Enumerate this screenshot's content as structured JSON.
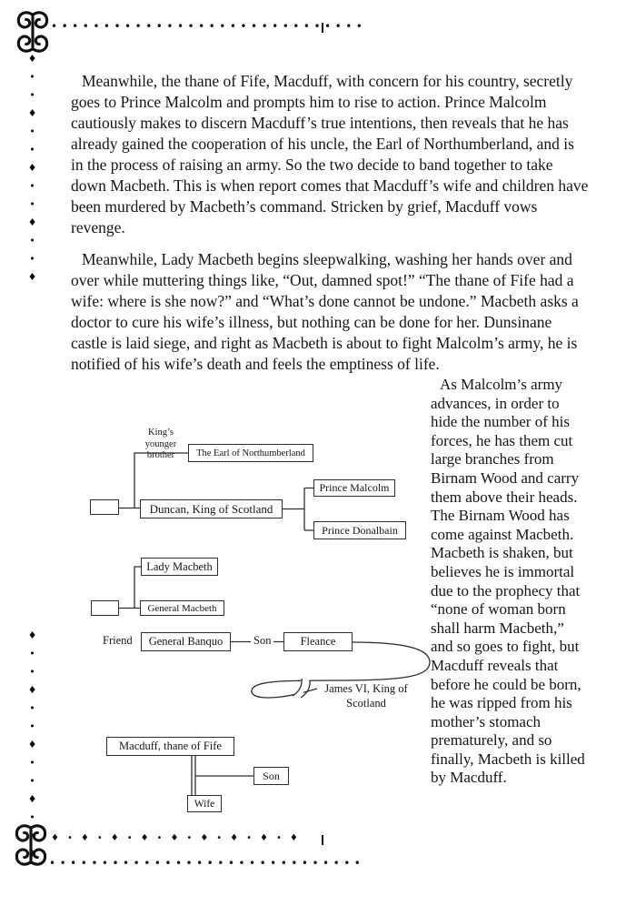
{
  "page": {
    "paragraph1": "Meanwhile, the thane of Fife, Macduff, with concern for his country, secretly goes to Prince Malcolm and prompts him to rise to action. Prince Malcolm cautiously makes to discern Macduff’s true intentions, then reveals that he has already gained the cooperation of his uncle, the Earl of Northumberland, and is in the process of raising an army. So the two decide to band together to take down Macbeth. This is when report comes that Macduff’s wife and children have been murdered by Macbeth’s command. Stricken by grief, Macduff vows revenge.",
    "paragraph2": "Meanwhile, Lady Macbeth begins sleepwalking, washing her hands over and over while muttering things like, “Out, damned spot!” “The thane of Fife had a wife: where is she now?” and “What’s done cannot be undone.” Macbeth asks a doctor to cure his wife’s illness, but nothing can be done for her. Dunsinane castle is laid siege, and right as Macbeth is about to fight Malcolm’s army, he is notified of his wife’s death and feels the emptiness of life.",
    "paragraph3": "As Malcolm’s army advances, in order to hide the number of his forces, he has them cut large branches from Birnam Wood and carry them above their heads. The Birnam Wood has come against Macbeth. Macbeth is shaken, but believes he is immortal due to the prophecy that “none of woman born shall harm Macbeth,” and so goes to fight, but Macduff reveals that before he could be born, he was ripped from his mother’s stomach prematurely, and so finally, Macbeth is killed by Macduff."
  },
  "tree": {
    "boxes": {
      "earl": "The Earl of Northumberland",
      "duncan": "Duncan, King of Scotland",
      "malcolm": "Prince Malcolm",
      "donalbain": "Prince Donalbain",
      "lady_macbeth": "Lady Macbeth",
      "general_macbeth": "General Macbeth",
      "banquo": "General Banquo",
      "fleance": "Fleance",
      "macduff": "Macduff, thane of Fife",
      "son": "Son",
      "wife": "Wife"
    },
    "labels": {
      "kings_younger_brother": "King’s younger brother",
      "friend": "Friend",
      "son": "Son",
      "james_vi": "James VI, King of Scotland"
    }
  },
  "decorations": {
    "dots_row": "••••••••••••••••••••••••••••••",
    "diamond_row": "♦•♦•♦•♦•♦•♦•♦•♦•♦",
    "vertical_top": "♦••♦••♦••♦••♦",
    "vertical_bottom": "♦••♦••♦••♦••♦"
  }
}
